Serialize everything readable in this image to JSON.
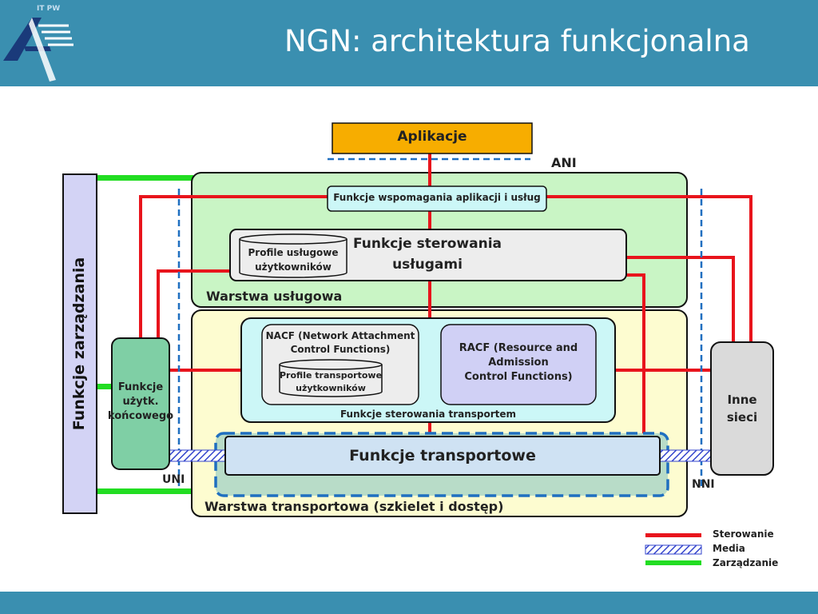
{
  "header": {
    "logo_text": "IT PW",
    "title": "NGN:  architektura funkcjonalna"
  },
  "diagram": {
    "aplikacje": "Aplikacje",
    "ani": "ANI",
    "uni": "UNI",
    "nni": "NNI",
    "funkcje_wspomagania": "Funkcje wspomagania aplikacji i usług",
    "funkcje_sterowania_uslugami_1": "Funkcje sterowania",
    "funkcje_sterowania_uslugami_2": "usługami",
    "profile_uslugowe_1": "Profile usługowe",
    "profile_uslugowe_2": "użytkowników",
    "warstwa_uslugowa": "Warstwa usługowa",
    "nacf_1": "NACF (Network Attachment",
    "nacf_2": "Control Functions)",
    "profile_transportowe_1": "Profile transportowe",
    "profile_transportowe_2": "użytkowników",
    "racf_1": "RACF (Resource and",
    "racf_2": "Admission",
    "racf_3": "Control Functions)",
    "funkcje_sterowania_transportem": "Funkcje sterowania transportem",
    "funkcje_transportowe": "Funkcje transportowe",
    "warstwa_transportowa": "Warstwa transportowa (szkielet i dostęp)",
    "funkcje_zarzadzania": "Funkcje zarządzania",
    "funkcje_uzytk_1": "Funkcje",
    "funkcje_uzytk_2": "użytk.",
    "funkcje_uzytk_3": "końcowego",
    "inne_sieci_1": "Inne",
    "inne_sieci_2": "sieci"
  },
  "legend": {
    "sterowanie": "Sterowanie",
    "media": "Media",
    "zarzadzanie": "Zarządzanie"
  },
  "colors": {
    "header_bar": "#3a8fb0",
    "control_line": "#e8141c",
    "management_line": "#22dd22",
    "media_hatch": "#3344cc",
    "service_layer": "#c9f5c5",
    "transport_layer": "#fdfcd0",
    "transport_control": "#ccf7f7",
    "aplikacje_box": "#f7ad00",
    "management_box": "#d3d3f5",
    "user_functions": "#7fcfa5",
    "other_networks": "#dadada",
    "racf_box": "#d0d0f5",
    "transport_functions": "#cfe2f3"
  }
}
